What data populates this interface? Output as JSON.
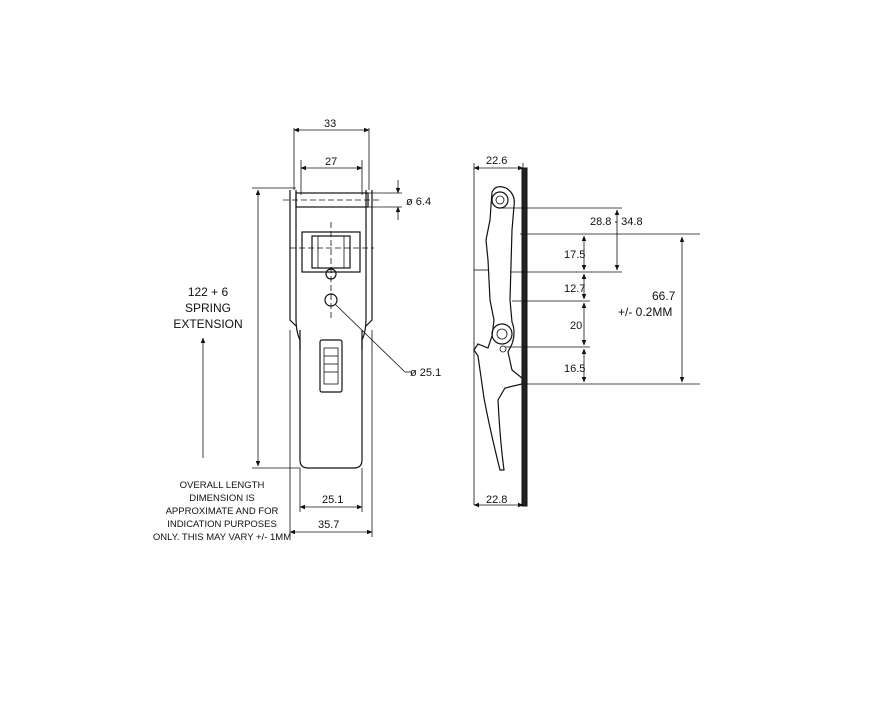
{
  "front_view": {
    "dim_width_top": "33",
    "dim_width_inner": "27",
    "dim_pin_dia": "ø 6.4",
    "dim_hole_dia": "ø 25.1",
    "dim_plate_width": "25.1",
    "dim_overall_width": "35.7",
    "length_label": [
      "122 + 6",
      "SPRING",
      "EXTENSION"
    ]
  },
  "side_view": {
    "dim_top_width": "22.6",
    "dim_bottom_width": "22.8",
    "dim_range": "28.8 - 34.8",
    "dim_17_5": "17.5",
    "dim_12_7": "12.7",
    "dim_20": "20",
    "dim_16_5": "16.5",
    "dim_pitch": "66.7",
    "dim_pitch_tol": "+/- 0.2MM"
  },
  "note": {
    "lines": [
      "OVERALL LENGTH",
      "DIMENSION IS",
      "APPROXIMATE AND FOR",
      "INDICATION PURPOSES",
      "ONLY. THIS MAY VARY +/- 1MM"
    ]
  }
}
